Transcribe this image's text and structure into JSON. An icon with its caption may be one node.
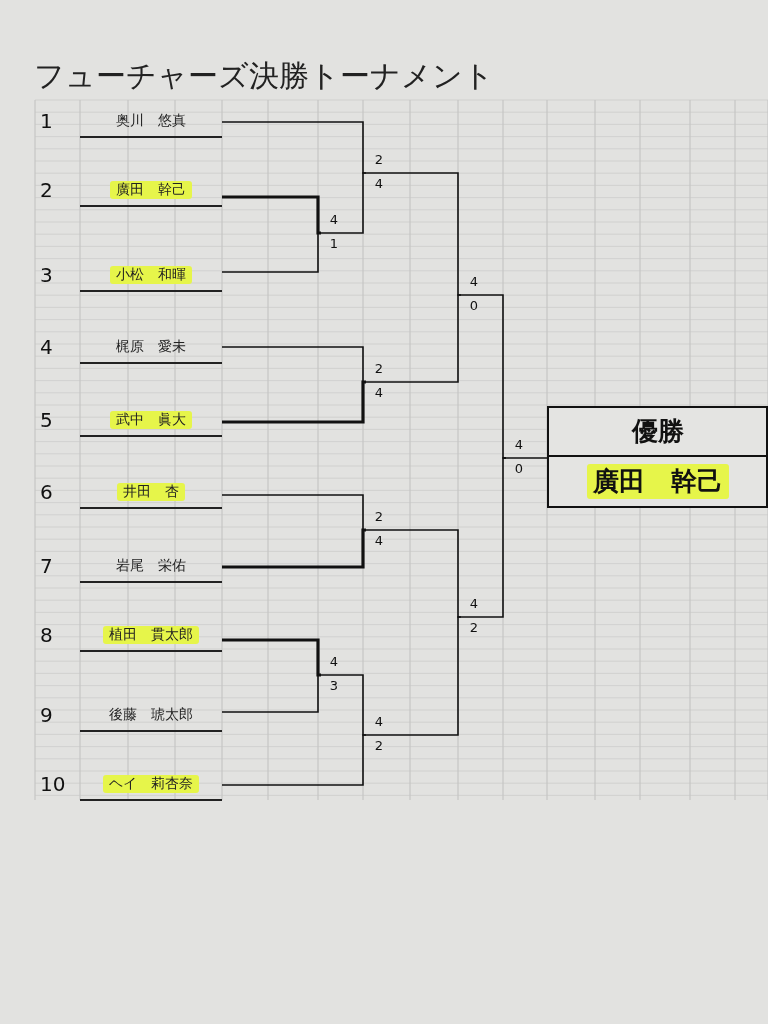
{
  "diagram": {
    "title": "フューチャーズ決勝トーナメント",
    "nodes": [
      {
        "text": [
          "奥川　悠真"
        ],
        "beside": [
          "1"
        ]
      },
      {
        "text": [
          "廣田　幹己"
        ],
        "beside": [
          "2"
        ]
      },
      {
        "text": [
          "小松　和暉"
        ],
        "beside": [
          "3"
        ]
      },
      {
        "text": [
          "梶原　愛未"
        ],
        "beside": [
          "4"
        ]
      },
      {
        "text": [
          "武中　眞大"
        ],
        "beside": [
          "5"
        ]
      },
      {
        "text": [
          "井田　杏"
        ],
        "beside": [
          "6"
        ]
      },
      {
        "text": [
          "岩尾　栄佑"
        ],
        "beside": [
          "7"
        ]
      },
      {
        "text": [
          "植田　貫太郎"
        ],
        "beside": [
          "8"
        ]
      },
      {
        "text": [
          "後藤　琥太郎"
        ],
        "beside": [
          "9"
        ]
      },
      {
        "text": [
          "ヘイ　莉杏奈"
        ],
        "beside": [
          "10"
        ]
      },
      {
        "text": [
          "4",
          "1"
        ]
      },
      {
        "text": [
          "2",
          "4"
        ]
      },
      {
        "text": [
          "2",
          "4"
        ]
      },
      {
        "text": [
          "4",
          "0"
        ]
      },
      {
        "text": [
          "2",
          "4"
        ]
      },
      {
        "text": [
          "4",
          "3"
        ]
      },
      {
        "text": [
          "4",
          "2"
        ]
      },
      {
        "text": [
          "4",
          "2"
        ]
      },
      {
        "text": [
          "4",
          "0"
        ]
      },
      {
        "text": [
          "優勝",
          "廣田　幹己"
        ]
      }
    ],
    "edges": [
      {
        "from": 1,
        "to": 10,
        "arrow": "none",
        "style": "thick"
      },
      {
        "from": 2,
        "to": 10,
        "arrow": "none"
      },
      {
        "from": 0,
        "to": 11,
        "arrow": "none"
      },
      {
        "from": 10,
        "to": 11,
        "arrow": "none"
      },
      {
        "from": 3,
        "to": 12,
        "arrow": "none"
      },
      {
        "from": 4,
        "to": 12,
        "arrow": "none",
        "style": "thick"
      },
      {
        "from": 11,
        "to": 13,
        "arrow": "none"
      },
      {
        "from": 12,
        "to": 13,
        "arrow": "none"
      },
      {
        "from": 5,
        "to": 14,
        "arrow": "none"
      },
      {
        "from": 6,
        "to": 14,
        "arrow": "none",
        "style": "thick"
      },
      {
        "from": 7,
        "to": 15,
        "arrow": "none",
        "style": "thick"
      },
      {
        "from": 8,
        "to": 15,
        "arrow": "none"
      },
      {
        "from": 15,
        "to": 16,
        "arrow": "none"
      },
      {
        "from": 9,
        "to": 16,
        "arrow": "none"
      },
      {
        "from": 14,
        "to": 17,
        "arrow": "none"
      },
      {
        "from": 16,
        "to": 17,
        "arrow": "none"
      },
      {
        "from": 13,
        "to": 18,
        "arrow": "none"
      },
      {
        "from": 17,
        "to": 18,
        "arrow": "none"
      },
      {
        "from": 18,
        "to": 19,
        "arrow": "none"
      }
    ]
  }
}
